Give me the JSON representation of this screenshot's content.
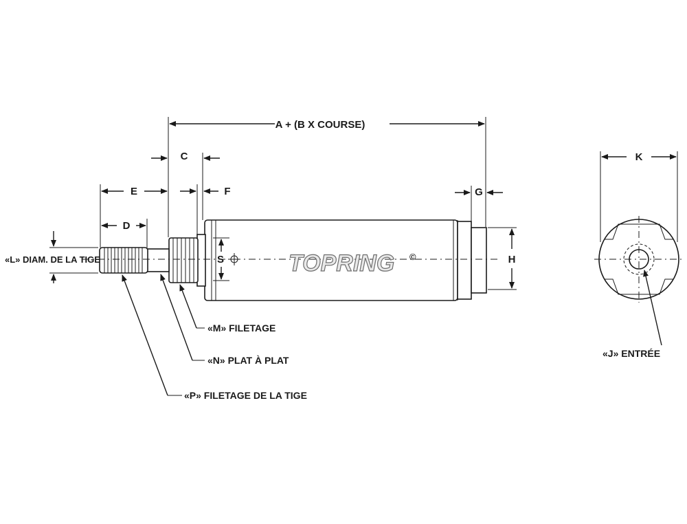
{
  "dimensions": {
    "a_label": "A + (B X COURSE)",
    "c_label": "C",
    "e_label": "E",
    "f_label": "F",
    "g_label": "G",
    "d_label": "D",
    "s_label": "S",
    "h_label": "H",
    "k_label": "K"
  },
  "callouts": {
    "l_label": "«L» DIAM. DE LA TIGE",
    "m_label": "«M» FILETAGE",
    "n_label": "«N» PLAT À PLAT",
    "p_label": "«P» FILETAGE DE LA TIGE",
    "j_label": "«J» ENTRÉE"
  },
  "logo": {
    "text": "TOPRING",
    "mark": "©"
  }
}
